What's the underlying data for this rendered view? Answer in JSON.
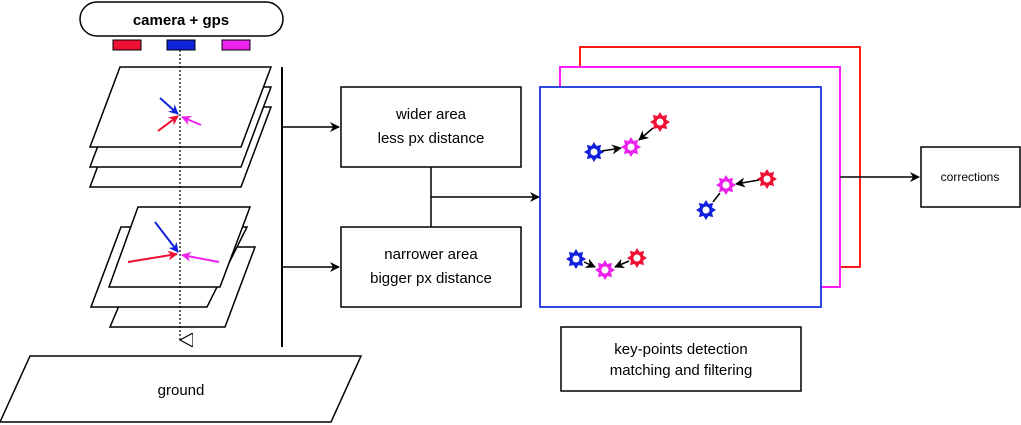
{
  "camera": {
    "label": "camera + gps"
  },
  "ground": {
    "label": "ground"
  },
  "boxes": {
    "wider": {
      "line1": "wider area",
      "line2": "less px distance"
    },
    "narrower": {
      "line1": "narrower area",
      "line2": "bigger px distance"
    }
  },
  "keypoints": {
    "line1": "key-points detection",
    "line2": "matching and filtering"
  },
  "corrections": {
    "label": "corrections"
  },
  "colors": {
    "red": "#ee1133",
    "blue": "#1122dd",
    "magenta": "#ee22ee",
    "frame_red": "#ff0000",
    "frame_magenta": "#ff00ff",
    "frame_blue": "#1a33dd",
    "black": "#000000"
  }
}
